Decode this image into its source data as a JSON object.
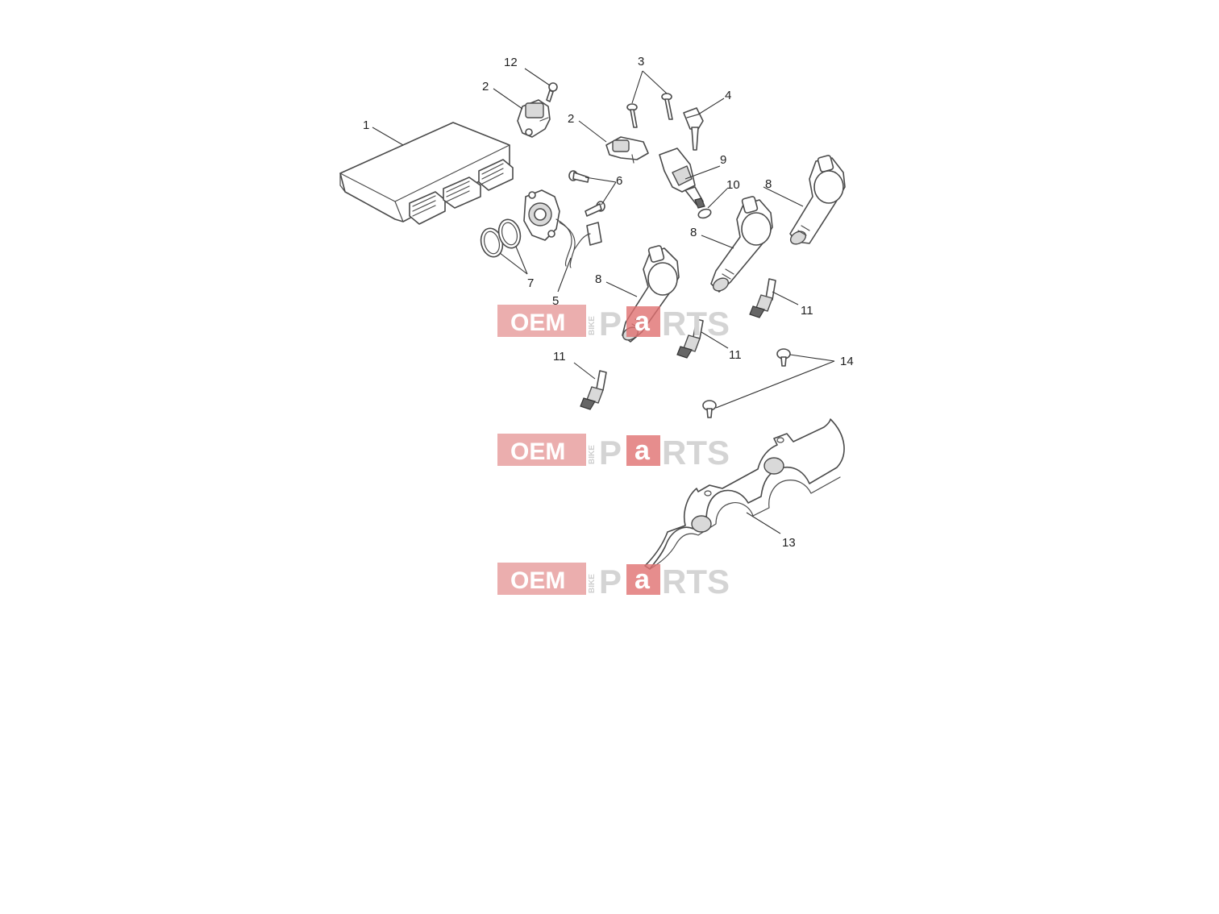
{
  "callouts": [
    "1",
    "2",
    "2",
    "3",
    "4",
    "5",
    "6",
    "7",
    "8",
    "8",
    "8",
    "9",
    "10",
    "11",
    "11",
    "11",
    "12",
    "13",
    "14"
  ],
  "watermark": {
    "oem": "OEM",
    "bike": "BIKE",
    "p": "P",
    "a": "a",
    "rts": "RTS"
  },
  "colors": {
    "watermark_red": "#e8a0a0",
    "watermark_red_dark": "#e07070",
    "line": "#4a4a4a"
  }
}
